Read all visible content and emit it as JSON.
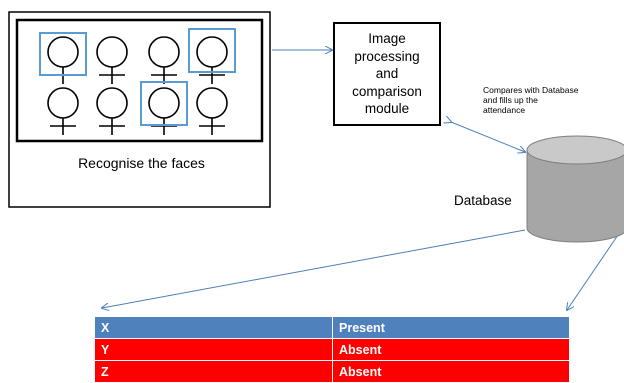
{
  "faces_panel": {
    "caption": "Recognise the faces"
  },
  "module": {
    "lines": [
      "Image",
      "processing",
      "and",
      "comparison",
      "module"
    ]
  },
  "database": {
    "label": "Database"
  },
  "note": {
    "lines": [
      "Compares with Database",
      "and fills up the",
      "attendance"
    ]
  },
  "attendance_table": {
    "rows": [
      {
        "name": "X",
        "status": "Present",
        "color": "#4f81bd"
      },
      {
        "name": "Y",
        "status": "Absent",
        "color": "#ff0000"
      },
      {
        "name": "Z",
        "status": "Absent",
        "color": "#ff0000"
      }
    ]
  },
  "colors": {
    "highlight_box": "#5b9bd5",
    "arrow": "#4a7ebb",
    "cylinder": "#a6a6a6"
  }
}
